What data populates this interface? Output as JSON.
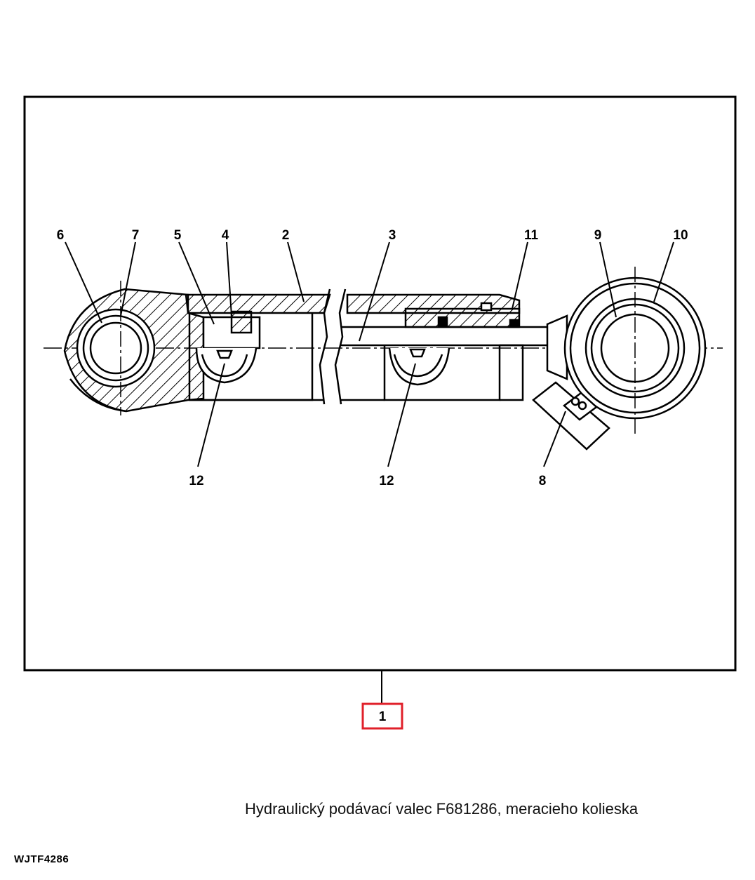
{
  "callouts": {
    "c1": "1",
    "c2": "2",
    "c3": "3",
    "c4": "4",
    "c5": "5",
    "c6": "6",
    "c7": "7",
    "c8": "8",
    "c9": "9",
    "c10": "10",
    "c11": "11",
    "c12a": "12",
    "c12b": "12"
  },
  "caption": "Hydraulický podávací valec F681286, meracieho kolieska",
  "figure_code": "WJTF4286",
  "colors": {
    "line": "#000000",
    "highlight_box": "#e0202a",
    "background": "#ffffff"
  }
}
